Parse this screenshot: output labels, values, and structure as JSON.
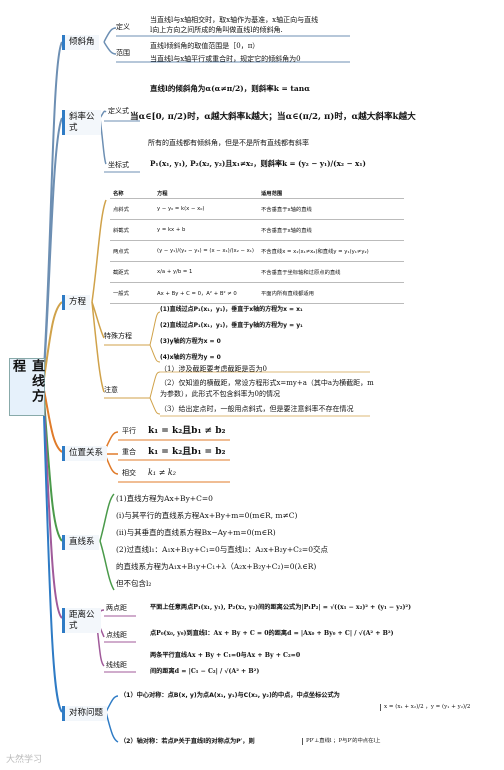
{
  "root": "直线方程",
  "branches": {
    "slope_angle": {
      "label": "倾斜角",
      "def_label": "定义",
      "def_text": [
        "当直线l与x轴相交时，取x轴作为基准，x轴正向与直线",
        "l向上方向之间所成的角叫做直线l的倾斜角."
      ],
      "range_label": "范围",
      "range_text": [
        "直线l倾斜角的取值范围是［0，π）",
        "当直线l与x轴平行或重合时，规定它的倾斜角为0"
      ]
    },
    "slope": {
      "label": "斜率公式",
      "def_label": "定义式",
      "def_line1": "直线l的倾斜角为α(α≠π/2)，则斜率k = tanα",
      "def_line2": "当α∈[0, π/2)时，α越大斜率k越大；当α∈(π/2, π)时，α越大斜率k越大",
      "def_line3": "所有的直线都有倾斜角，但是不是所有直线都有斜率",
      "coord_label": "坐标式",
      "coord_text": "P₁(x₁, y₁), P₂(x₂, y₂)且x₁≠x₂，则斜率k = (y₂ − y₁)/(x₂ − x₁)"
    },
    "equation": {
      "label": "方程",
      "table_head": [
        "名称",
        "方程",
        "适用范围"
      ],
      "table_rows": [
        [
          "点斜式",
          "y − y₀ = k(x − x₀)",
          "不含垂直于x轴的直线"
        ],
        [
          "斜截式",
          "y = kx + b",
          "不含垂直于x轴的直线"
        ],
        [
          "两点式",
          "(y − y₁)/(y₂ − y₁) = (x − x₁)/(x₂ − x₁)",
          "不含直线x = x₁(x₁≠x₂)和直线y = y₁(y₁≠y₂)"
        ],
        [
          "截距式",
          "x/a + y/b = 1",
          "不含垂直于坐标轴和过原点的直线"
        ],
        [
          "一般式",
          "Ax + By + C = 0，A² + B² ≠ 0",
          "平面内所有直线都适用"
        ]
      ],
      "special_label": "特殊方程",
      "special_items": [
        "(1)直线过点P₁(x₁，y₁)，垂直于x轴的方程为x = x₁",
        "(2)直线过点P₁(x₁，y₁)，垂直于y轴的方程为y = y₁",
        "(3)y轴的方程为x = 0",
        "(4)x轴的方程为y = 0"
      ],
      "note_label": "注意",
      "note_items": [
        "（1）涉及截距要考虑截距是否为0",
        "（2）仅知道的横截距，常设方程形式x=my+a（其中a为横截距，m",
        "为参数），此形式不包含斜率为0的情况",
        "（3）给出定点时，一般用点斜式，但是要注意斜率不存在情况"
      ]
    },
    "position": {
      "label": "位置关系",
      "parallel_label": "平行",
      "parallel_text": "k₁ = k₂且b₁ ≠ b₂",
      "coincide_label": "重合",
      "coincide_text": "k₁ = k₂且b₁ = b₂",
      "intersect_label": "相交",
      "intersect_text": "k₁ ≠ k₂"
    },
    "line_family": {
      "label": "直线系",
      "items": [
        "(1)直线方程为Ax+By+C=0",
        "(i)与其平行的直线系方程Ax+By+m=0(m∈R, m≠C)",
        "(ii)与其垂直的直线系方程Bx−Ay+m=0(m∈R)",
        "(2)过直线l₁：A₁x+B₁y+C₁=0与直线l₂：A₂x+B₂y+C₂=0交点",
        "的直线系方程为A₁x+B₁y+C₁+λ（A₂x+B₂y+C₂)=0(λ∈R)",
        "但不包含l₂"
      ]
    },
    "distance": {
      "label": "距离公式",
      "p2p_label": "两点距",
      "p2p_text": "平面上任意两点P₁(x₁, y₁), P₂(x₂, y₂)间的距离公式为|P₁P₂| = √((x₁ − x₂)² + (y₁ − y₂)²)",
      "p2l_label": "点线距",
      "p2l_text": "点P₀(x₀, y₀)到直线l：Ax + By + C = 0的距离d = |Ax₀ + By₀ + C| / √(A² + B²)",
      "l2l_label": "线线距",
      "l2l_line1": "两条平行直线Ax + By + C₁=0与Ax + By + C₂=0",
      "l2l_line2": "间的距离d = |C₁ − C₂| / √(A² + B²)"
    },
    "symmetry": {
      "label": "对称问题",
      "item1": "（1）中心对称：点B(x, y)为点A(x₁, y₁)与C(x₂, y₂)的中点，中点坐标公式为",
      "item1_formula": "x = (x₁ + x₂)/2 ，y = (y₁ + y₂)/2",
      "item2": "（2）轴对称：若点P关于直线l的对称点为P′，则",
      "item2_formula": "PP′⊥直线l ；P与P′的中点在l上"
    }
  },
  "watermark": "大然学习",
  "colors": {
    "accent": "#2e7bc5",
    "tree": "#6d8fb3",
    "orange": "#e07b2a",
    "green": "#4a9a4a"
  }
}
